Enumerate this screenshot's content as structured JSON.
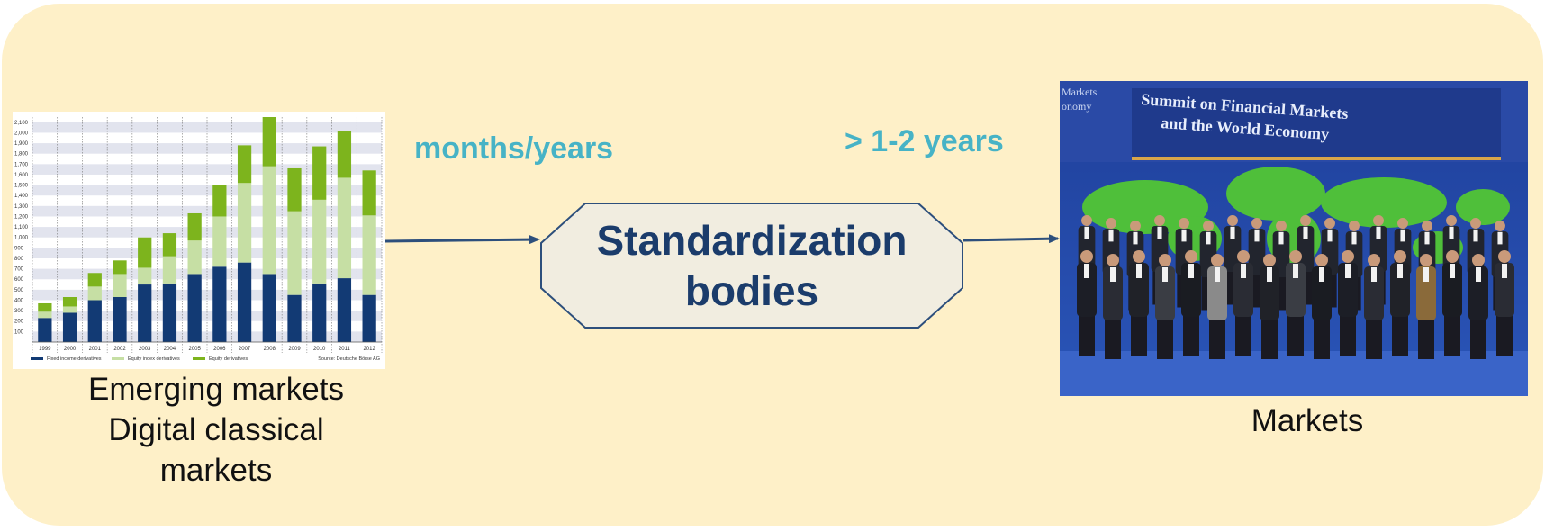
{
  "diagram": {
    "left_caption": [
      "Emerging markets",
      "Digital classical",
      "markets"
    ],
    "center_box": [
      "Standardization",
      "bodies"
    ],
    "right_caption": "Markets",
    "left_duration": "months/years",
    "right_duration": "> 1-2 years"
  },
  "photo": {
    "banner_line1": "Summit on Financial Markets",
    "banner_line2": "and the World Economy",
    "banner_left": "Markets",
    "banner_left2": "onomy"
  },
  "chart_data": {
    "type": "bar",
    "stacked": true,
    "categories": [
      "1999",
      "2000",
      "2001",
      "2002",
      "2003",
      "2004",
      "2005",
      "2006",
      "2007",
      "2008",
      "2009",
      "2010",
      "2011",
      "2012"
    ],
    "series": [
      {
        "name": "Fixed income derivatives",
        "color": "#123a74",
        "values": [
          230,
          280,
          400,
          430,
          550,
          560,
          650,
          720,
          760,
          650,
          450,
          560,
          610,
          450
        ]
      },
      {
        "name": "Equity index derivatives",
        "color": "#c6dfa4",
        "values": [
          60,
          60,
          130,
          220,
          160,
          260,
          320,
          480,
          760,
          1030,
          800,
          800,
          960,
          760
        ]
      },
      {
        "name": "Equity derivatives",
        "color": "#7db41d",
        "values": [
          80,
          90,
          130,
          130,
          290,
          220,
          260,
          300,
          360,
          470,
          410,
          510,
          450,
          430
        ]
      }
    ],
    "yticks": [
      "100",
      "200",
      "300",
      "400",
      "500",
      "600",
      "700",
      "800",
      "900",
      "1,000",
      "1,100",
      "1,200",
      "1,300",
      "1,400",
      "1,500",
      "1,600",
      "1,700",
      "1,800",
      "1,900",
      "2,000",
      "2,100"
    ],
    "ylim": [
      0,
      2150
    ],
    "source": "Source: Deutsche Börse AG",
    "grid": true,
    "legend": "bottom"
  },
  "colors": {
    "panel": "#fef0c8",
    "accent_text": "#47b3c6",
    "box_fill": "#f1ede0",
    "box_stroke": "#2d4f7c",
    "arrow": "#2d4f7c",
    "title_text": "#1b3c6b"
  }
}
